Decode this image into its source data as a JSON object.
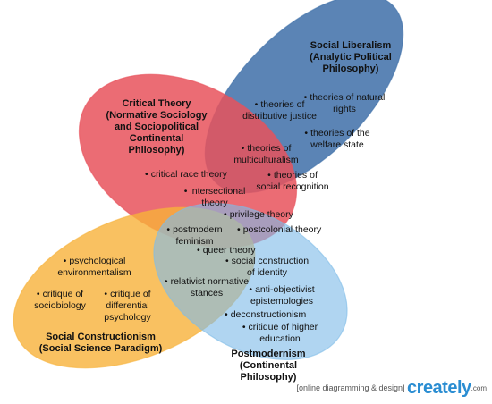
{
  "colors": {
    "social_liberalism": "#3e6fa8",
    "critical_theory": "#e8525c",
    "social_constructionism": "#f7b23a",
    "postmodernism": "#7fbce8"
  },
  "titles": {
    "social_liberalism": [
      "Social Liberalism",
      "(Analytic Political",
      "Philosophy)"
    ],
    "critical_theory": [
      "Critical Theory",
      "(Normative Sociology",
      "and Sociopolitical",
      "Continental",
      "Philosophy)"
    ],
    "social_constructionism": [
      "Social Constructionism",
      "(Social Science Paradigm)"
    ],
    "postmodernism": [
      "Postmodernism",
      "(Continental",
      "Philosophy)"
    ]
  },
  "items": [
    {
      "id": "theories-of-natural-rights",
      "lines": [
        "theories of natural",
        "rights"
      ]
    },
    {
      "id": "theories-of-distributive-justice",
      "lines": [
        "theories of",
        "distributive justice"
      ]
    },
    {
      "id": "theories-of-welfare-state",
      "lines": [
        "theories of the",
        "welfare state"
      ]
    },
    {
      "id": "theories-of-multiculturalism",
      "lines": [
        "theories of",
        "multiculturalism"
      ]
    },
    {
      "id": "theories-of-social-recognition",
      "lines": [
        "theories of",
        "social recognition"
      ]
    },
    {
      "id": "critical-race-theory",
      "lines": [
        "critical race theory"
      ]
    },
    {
      "id": "intersectional-theory",
      "lines": [
        "intersectional",
        "theory"
      ]
    },
    {
      "id": "privilege-theory",
      "lines": [
        "privilege theory"
      ]
    },
    {
      "id": "postmodern-feminism",
      "lines": [
        "postmodern",
        "feminism"
      ]
    },
    {
      "id": "postcolonial-theory",
      "lines": [
        "postcolonial theory"
      ]
    },
    {
      "id": "queer-theory",
      "lines": [
        "queer theory"
      ]
    },
    {
      "id": "social-construction-of-identity",
      "lines": [
        "social construction",
        "of identity"
      ]
    },
    {
      "id": "psychological-environmentalism",
      "lines": [
        "psychological",
        "environmentalism"
      ]
    },
    {
      "id": "relativist-normative-stances",
      "lines": [
        "relativist normative",
        "stances"
      ]
    },
    {
      "id": "anti-objectivist-epistemologies",
      "lines": [
        "anti-objectivist",
        "epistemologies"
      ]
    },
    {
      "id": "critique-of-sociobiology",
      "lines": [
        "critique of",
        "sociobiology"
      ]
    },
    {
      "id": "critique-of-differential-psychology",
      "lines": [
        "critique of",
        "differential",
        "psychology"
      ]
    },
    {
      "id": "deconstructionism",
      "lines": [
        "deconstructionism"
      ]
    },
    {
      "id": "critique-of-higher-education",
      "lines": [
        "critique of higher",
        "education"
      ]
    }
  ],
  "branding": {
    "caption": "[online diagramming & design]",
    "logo": "creately",
    "suffix": ".com"
  }
}
